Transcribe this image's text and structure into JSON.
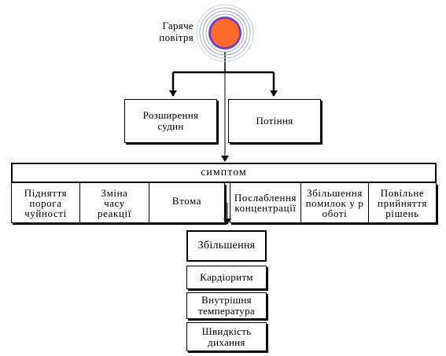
{
  "source": {
    "label": "Гаряче повітря"
  },
  "effects": [
    {
      "label": "Розширення судин"
    },
    {
      "label": "Потіння"
    }
  ],
  "symptom": {
    "title": "симптом",
    "left_items": [
      "Підняття порога чуйності",
      "Зміна часу реакції",
      "Втома"
    ],
    "right_items": [
      "Послаблення концентрації",
      "Збільшення помилок у роботі",
      "Повільне прийняття рішень"
    ]
  },
  "increase": {
    "title": "Збільшення",
    "items": [
      "Кардіоритм",
      "Внутрішня температура",
      "Швидкість дихання"
    ]
  },
  "colors": {
    "core": "#ff6a2a",
    "ring": "#7040c8",
    "halo": "#b9c3d4"
  }
}
